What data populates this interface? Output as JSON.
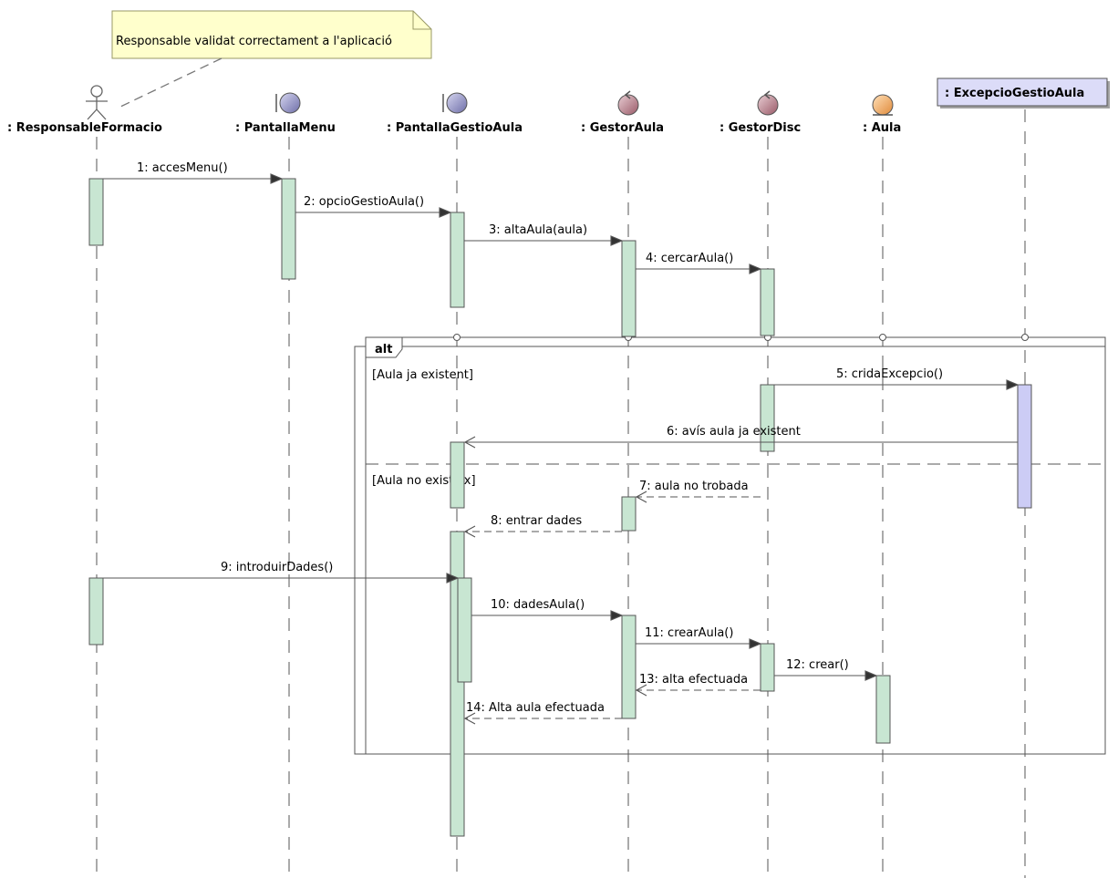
{
  "note": {
    "text": "Responsable validat correctament a l'aplicació"
  },
  "participants": [
    {
      "id": "responsable",
      "label": ": ResponsableFormacio",
      "kind": "actor"
    },
    {
      "id": "pantallamenu",
      "label": ": PantallaMenu",
      "kind": "boundary"
    },
    {
      "id": "pantallagestio",
      "label": ": PantallaGestioAula",
      "kind": "boundary"
    },
    {
      "id": "gestoraula",
      "label": ": GestorAula",
      "kind": "control"
    },
    {
      "id": "gestordisc",
      "label": ": GestorDisc",
      "kind": "control"
    },
    {
      "id": "aula",
      "label": ": Aula",
      "kind": "entity"
    },
    {
      "id": "excepcio",
      "label": ": ExcepcioGestioAula",
      "kind": "class"
    }
  ],
  "messages": [
    {
      "text": "1: accesMenu()",
      "style": "call"
    },
    {
      "text": "2: opcioGestioAula()",
      "style": "call"
    },
    {
      "text": "3: altaAula(aula)",
      "style": "call"
    },
    {
      "text": "4: cercarAula()",
      "style": "call"
    },
    {
      "text": "5: cridaExcepcio()",
      "style": "call"
    },
    {
      "text": "6: avís aula ja existent",
      "style": "signal"
    },
    {
      "text": "7: aula no trobada",
      "style": "return"
    },
    {
      "text": "8: entrar dades",
      "style": "return"
    },
    {
      "text": "9: introduirDades()",
      "style": "call"
    },
    {
      "text": "10: dadesAula()",
      "style": "call"
    },
    {
      "text": "11: crearAula()",
      "style": "call"
    },
    {
      "text": "12: crear()",
      "style": "call"
    },
    {
      "text": "13: alta efectuada",
      "style": "return"
    },
    {
      "text": "14: Alta aula efectuada",
      "style": "return"
    }
  ],
  "fragment": {
    "operator": "alt",
    "guards": [
      "[Aula ja existent]",
      "[Aula no existeix]"
    ]
  },
  "colors": {
    "activation": "#c8e6d2",
    "exception_activation": "#ccccf5",
    "note_fill": "#ffffcc",
    "boundary_icon": "#8e8ec0",
    "control_icon": "#b07a86",
    "entity_icon": "#e69a50",
    "class_header": "#dcdcf8"
  }
}
